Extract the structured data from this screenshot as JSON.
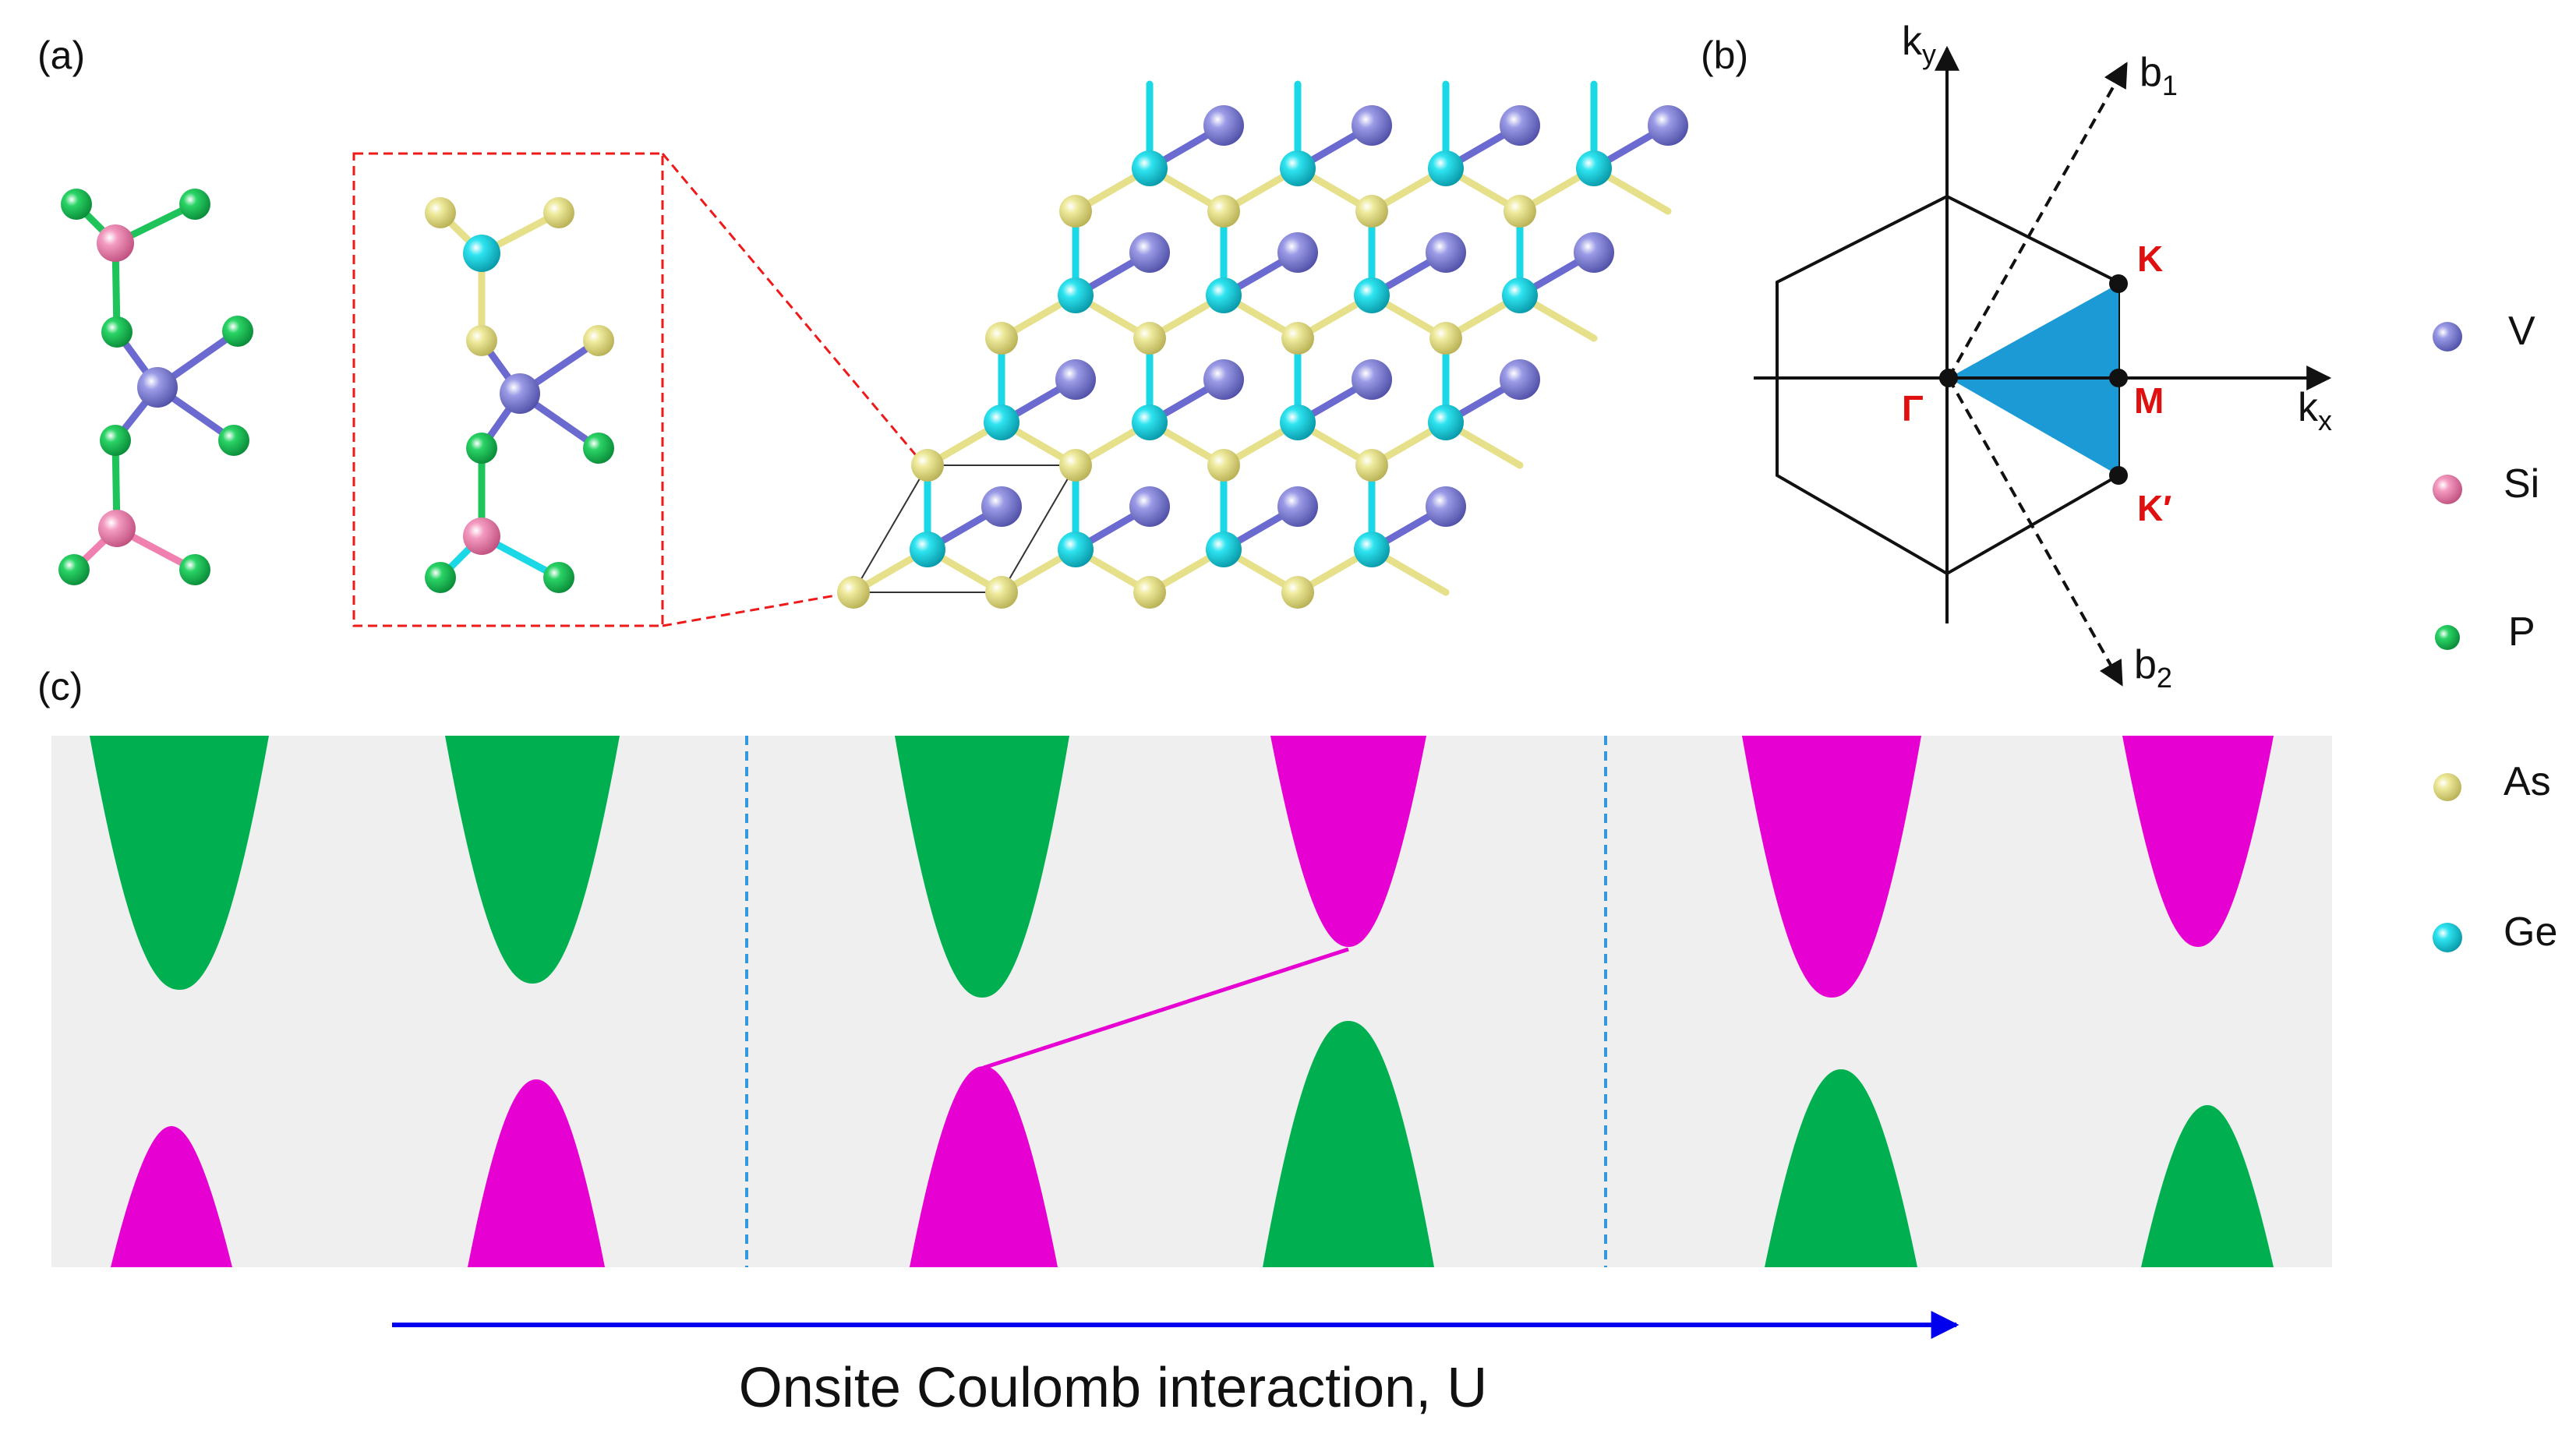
{
  "panels": {
    "a": "(a)",
    "b": "(b)",
    "c": "(c)"
  },
  "brillouin_zone": {
    "axis_ky": "k",
    "axis_ky_sub": "y",
    "axis_kx": "k",
    "axis_kx_sub": "x",
    "vec_b1": "b",
    "vec_b1_sub": "1",
    "vec_b2": "b",
    "vec_b2_sub": "2",
    "points": {
      "gamma": "Γ",
      "K": "K",
      "M": "M",
      "Kprime": "K′"
    },
    "colors": {
      "wedge": "#1c9ad6",
      "point_label": "#e01010"
    }
  },
  "legend": {
    "items": [
      {
        "label": "V",
        "color": "#8585dd"
      },
      {
        "label": "Si",
        "color": "#f080b0"
      },
      {
        "label": "P",
        "color": "#1ec45a"
      },
      {
        "label": "As",
        "color": "#e6e08a"
      },
      {
        "label": "Ge",
        "color": "#1ad8e6"
      }
    ]
  },
  "band_panel": {
    "colors": {
      "green": "#00b050",
      "magenta": "#e600d2",
      "background": "#efefef",
      "divider": "#3399dd"
    },
    "arrow_label": "Onsite Coulomb interaction, U",
    "arrow_color": "#0000ee"
  }
}
